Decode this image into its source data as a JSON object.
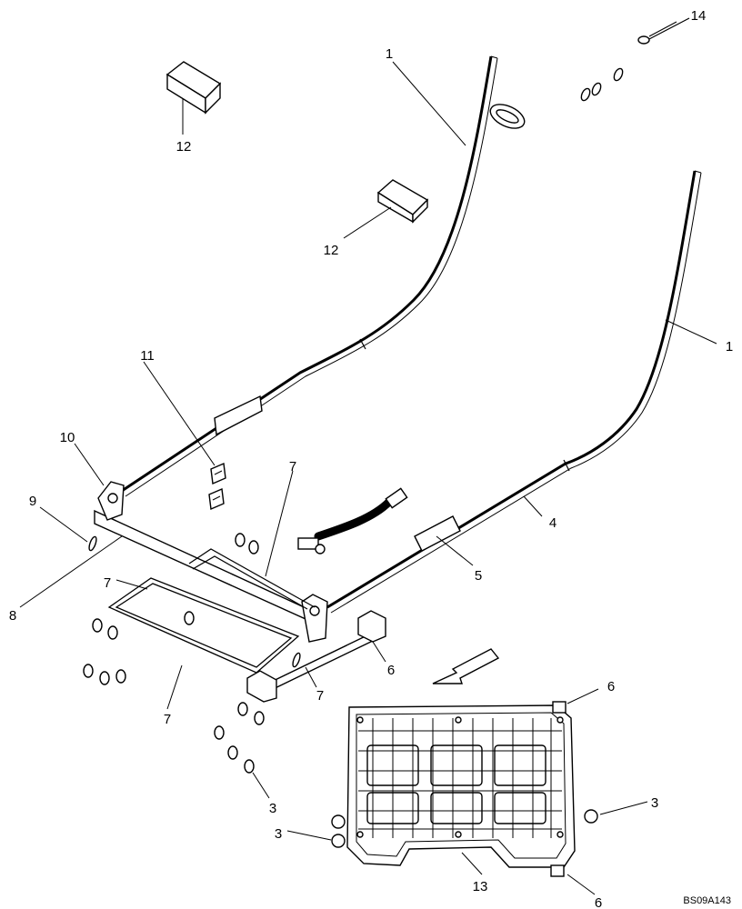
{
  "callouts": {
    "c1a": "1",
    "c1b": "1",
    "c3a": "3",
    "c3b": "3",
    "c3c": "3",
    "c4": "4",
    "c5": "5",
    "c6a": "6",
    "c6b": "6",
    "c6c": "6",
    "c7a": "7",
    "c7b": "7",
    "c7c": "7",
    "c7d": "7",
    "c8": "8",
    "c9": "9",
    "c10": "10",
    "c11": "11",
    "c12a": "12",
    "c12b": "12",
    "c13": "13",
    "c14": "14"
  },
  "drawing_code": "BS09A143",
  "colors": {
    "ink": "#000000",
    "paper": "#ffffff"
  }
}
